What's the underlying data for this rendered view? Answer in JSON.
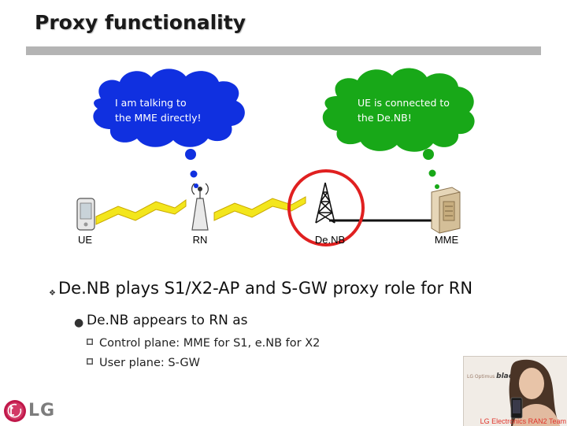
{
  "slide": {
    "title": "Proxy functionality"
  },
  "diagram": {
    "cloud_left": {
      "text": "I am talking  to\nthe MME directly!",
      "color": "#1030e0"
    },
    "cloud_right": {
      "text": "UE is connected to\nthe De.NB!",
      "color": "#18a818"
    },
    "nodes": {
      "ue": "UE",
      "rn": "RN",
      "denb": "De.NB",
      "mme": "MME"
    },
    "highlight_color": "#e02020",
    "link_color": "#f3e61c"
  },
  "bullets": {
    "level1": "De.NB plays S1/X2-AP and S-GW proxy role for RN",
    "level2": "De.NB appears to RN as",
    "level3": [
      "Control plane: MME for S1, e.NB for X2",
      "User plane: S-GW"
    ]
  },
  "footer": {
    "logo_text": "LG",
    "promo_brand_small": "LG Optimus",
    "promo_brand": "black",
    "team": "LG Electronics RAN2 Team"
  }
}
